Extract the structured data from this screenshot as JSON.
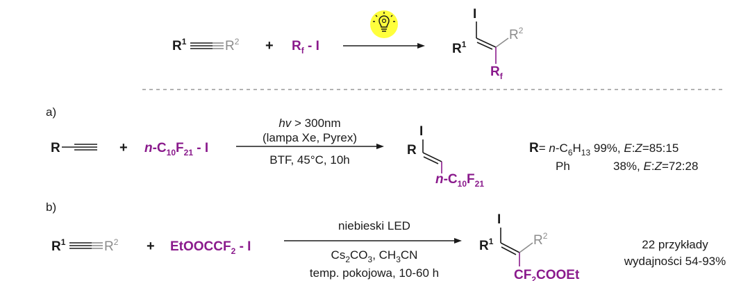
{
  "general": {
    "r1": "R",
    "r1_sup": "1",
    "r2": "R",
    "r2_sup": "2",
    "plus": "+",
    "rf": "R",
    "rf_sub": "f",
    "rf_i": " - I",
    "prod_i": "I",
    "prod_r1": "R",
    "prod_r1_sup": "1",
    "prod_r2": "R",
    "prod_r2_sup": "2",
    "prod_rf": "R",
    "prod_rf_sub": "f"
  },
  "a": {
    "label": "a)",
    "r": "R",
    "plus": "+",
    "reagent": {
      "n": "n",
      "dash": "-C",
      "c_sub": "10",
      "f": "F",
      "f_sub": "21",
      "i": " - I"
    },
    "cond1": {
      "hv": "hv",
      "rest": " > 300nm"
    },
    "cond2": "(lampa Xe, Pyrex)",
    "cond3": "BTF, 45°C, 10h",
    "prod_i": "I",
    "prod_r": "R",
    "prod_chain": {
      "n": "n",
      "dash": "-C",
      "c_sub": "10",
      "f": "F",
      "f_sub": "21"
    },
    "res_row1": {
      "r_eq": "R",
      "eq": "= ",
      "n": "n",
      "c": "-C",
      "c_sub": "6",
      "h": "H",
      "h_sub": "13",
      "yield": "  99%, ",
      "ez": "E",
      "colon": ":",
      "z": "Z",
      "ratio": "=85:15"
    },
    "res_row2": {
      "ph": "Ph",
      "yield": "38%, ",
      "ez": "E",
      "colon": ":",
      "z": "Z",
      "ratio": "=72:28"
    }
  },
  "b": {
    "label": "b)",
    "r1": "R",
    "r1_sup": "1",
    "r2": "R",
    "r2_sup": "2",
    "plus": "+",
    "reagent": {
      "main": "EtOOCCF",
      "sub": "2",
      "i": " - I"
    },
    "cond1": "niebieski LED",
    "cond2": {
      "a": "Cs",
      "a_sub": "2",
      "b": "CO",
      "b_sub": "3",
      "c": ", CH",
      "c_sub": "3",
      "d": "CN"
    },
    "cond3": "temp. pokojowa, 10-60 h",
    "prod_i": "I",
    "prod_r1": "R",
    "prod_r1_sup": "1",
    "prod_r2": "R",
    "prod_r2_sup": "2",
    "prod_sub": {
      "cf": "CF",
      "cf_sub": "2",
      "rest": "COOEt"
    },
    "note1": "22 przykłady",
    "note2": "wydajności 54-93%"
  },
  "colors": {
    "purple": "#8a1a8c",
    "gray": "#8c8c8c",
    "black": "#1a1a1a",
    "bulb": "#ffff3c",
    "dash": "#999999"
  },
  "icons": {
    "light": "lightbulb-icon"
  }
}
